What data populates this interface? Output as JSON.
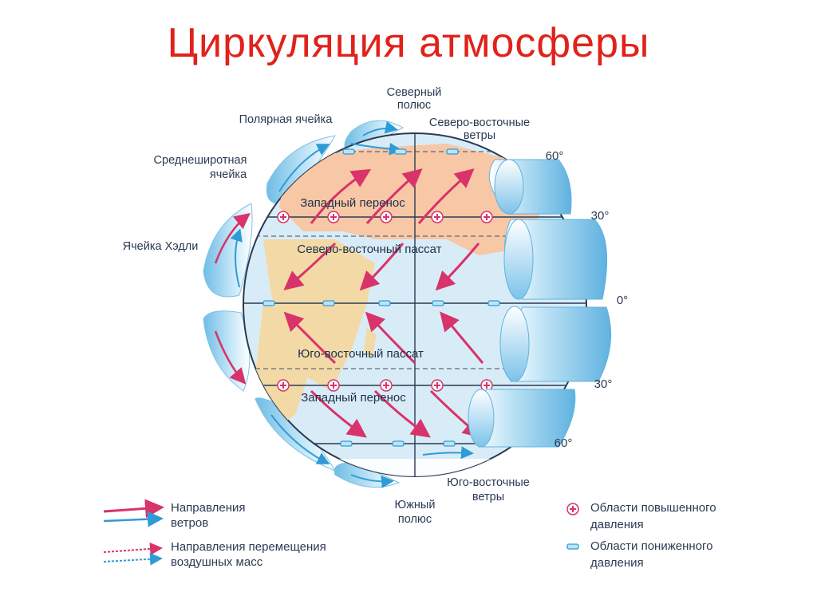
{
  "title": "Циркуляция атмосферы",
  "labels": {
    "north_pole_1": "Северный",
    "north_pole_2": "полюс",
    "polar_cell": "Полярная ячейка",
    "ne_winds_1": "Северо-восточные",
    "ne_winds_2": "ветры",
    "midlat_cell_1": "Среднеширотная",
    "midlat_cell_2": "ячейка",
    "hadley_cell": "Ячейка Хэдли",
    "westerlies_north": "Западный перенос",
    "ne_trade": "Северо-восточный пассат",
    "se_trade": "Юго-восточный пассат",
    "westerlies_south": "Западный перенос",
    "se_winds_1": "Юго-восточные",
    "se_winds_2": "ветры",
    "south_pole_1": "Южный",
    "south_pole_2": "полюс"
  },
  "latitudes": {
    "lat60n": "60°",
    "lat30n": "30°",
    "lat0": "0°",
    "lat30s": "30°",
    "lat60s": "60°"
  },
  "legend": {
    "wind_directions_1": "Направления",
    "wind_directions_2": "ветров",
    "air_mass_1": "Направления перемещения",
    "air_mass_2": "воздушных масс",
    "high_pressure_1": "Области повышенного",
    "high_pressure_2": "давления",
    "low_pressure_1": "Области пониженного",
    "low_pressure_2": "давления"
  },
  "colors": {
    "title": "#e0221b",
    "ocean": "#d8ecf7",
    "land": "#f3d9a6",
    "land_warm": "#f7c7a6",
    "wind_arrow": "#d8336a",
    "air_arrow_blue": "#2f9bd6",
    "cell_band": "#8fcbea",
    "high_marker": "#d8336a",
    "low_marker": "#2f9bd6"
  }
}
